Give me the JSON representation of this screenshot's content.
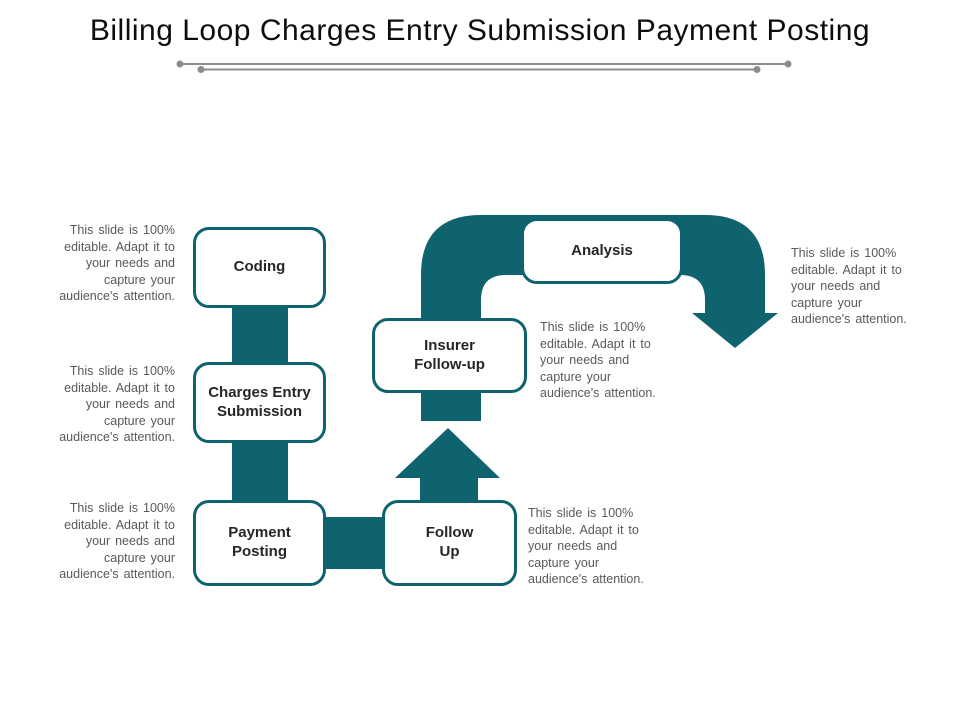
{
  "slide": {
    "title": "Billing Loop Charges Entry Submission Payment Posting",
    "colors": {
      "shape_teal": "#0f636f",
      "node_border_teal": "#0f636f",
      "node_label_dark": "#262626",
      "annotation_gray": "#595959",
      "divider_gray": "#8c8c8c",
      "background": "#ffffff"
    },
    "boxes": [
      {
        "id": "coding",
        "label": "Coding"
      },
      {
        "id": "charges-entry-submission",
        "label": "Charges Entry\nSubmission"
      },
      {
        "id": "payment-posting",
        "label": "Payment\nPosting"
      },
      {
        "id": "follow-up",
        "label": "Follow\nUp"
      },
      {
        "id": "insurer-follow-up",
        "label": "Insurer\nFollow-up"
      },
      {
        "id": "analysis",
        "label": "Analysis"
      }
    ],
    "flow_order": [
      "Coding",
      "Charges Entry Submission",
      "Payment Posting",
      "Follow Up",
      "Insurer Follow-up",
      "Analysis"
    ],
    "annotations": [
      {
        "anchor": "coding-left",
        "text": "This slide is 100%\neditable. Adapt it to\nyour needs and\ncapture your\naudience's attention."
      },
      {
        "anchor": "charges-entry-left",
        "text": "This slide is 100%\neditable. Adapt it to\nyour needs and\ncapture your\naudience's attention."
      },
      {
        "anchor": "payment-posting-left",
        "text": "This slide is 100%\neditable. Adapt it to\nyour needs and\ncapture your\naudience's attention."
      },
      {
        "anchor": "insurer-follow-up-right",
        "text": "This slide is 100%\neditable. Adapt it to\nyour needs and\ncapture your\naudience's attention."
      },
      {
        "anchor": "follow-up-right",
        "text": "This slide is 100%\neditable. Adapt it to\nyour needs and\ncapture your\naudience's attention."
      },
      {
        "anchor": "exit-arrow-right",
        "text": "This slide is 100%\neditable. Adapt it to\nyour needs and\ncapture your\naudience's attention."
      }
    ]
  }
}
